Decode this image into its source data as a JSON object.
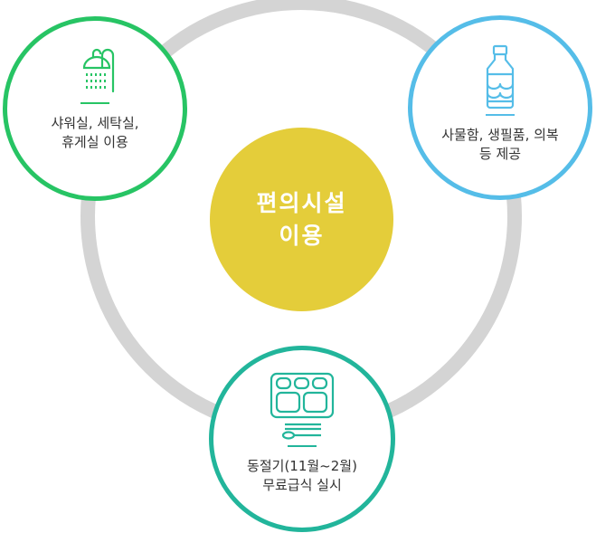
{
  "center": {
    "label": "편의시설\n이용"
  },
  "nodes": {
    "shower": {
      "label": "샤워실, 세탁실,\n휴게실 이용",
      "icon": "shower-icon",
      "color": "#27c464"
    },
    "water": {
      "label": "사물함, 생필품, 의복\n등 제공",
      "icon": "water-bottle-icon",
      "color": "#55bde8"
    },
    "meal": {
      "label": "동절기(11월~2월)\n무료급식 실시",
      "icon": "meal-tray-icon",
      "color": "#22b59b"
    }
  },
  "colors": {
    "ring": "#d4d4d4",
    "center": "#e4cd3a"
  }
}
